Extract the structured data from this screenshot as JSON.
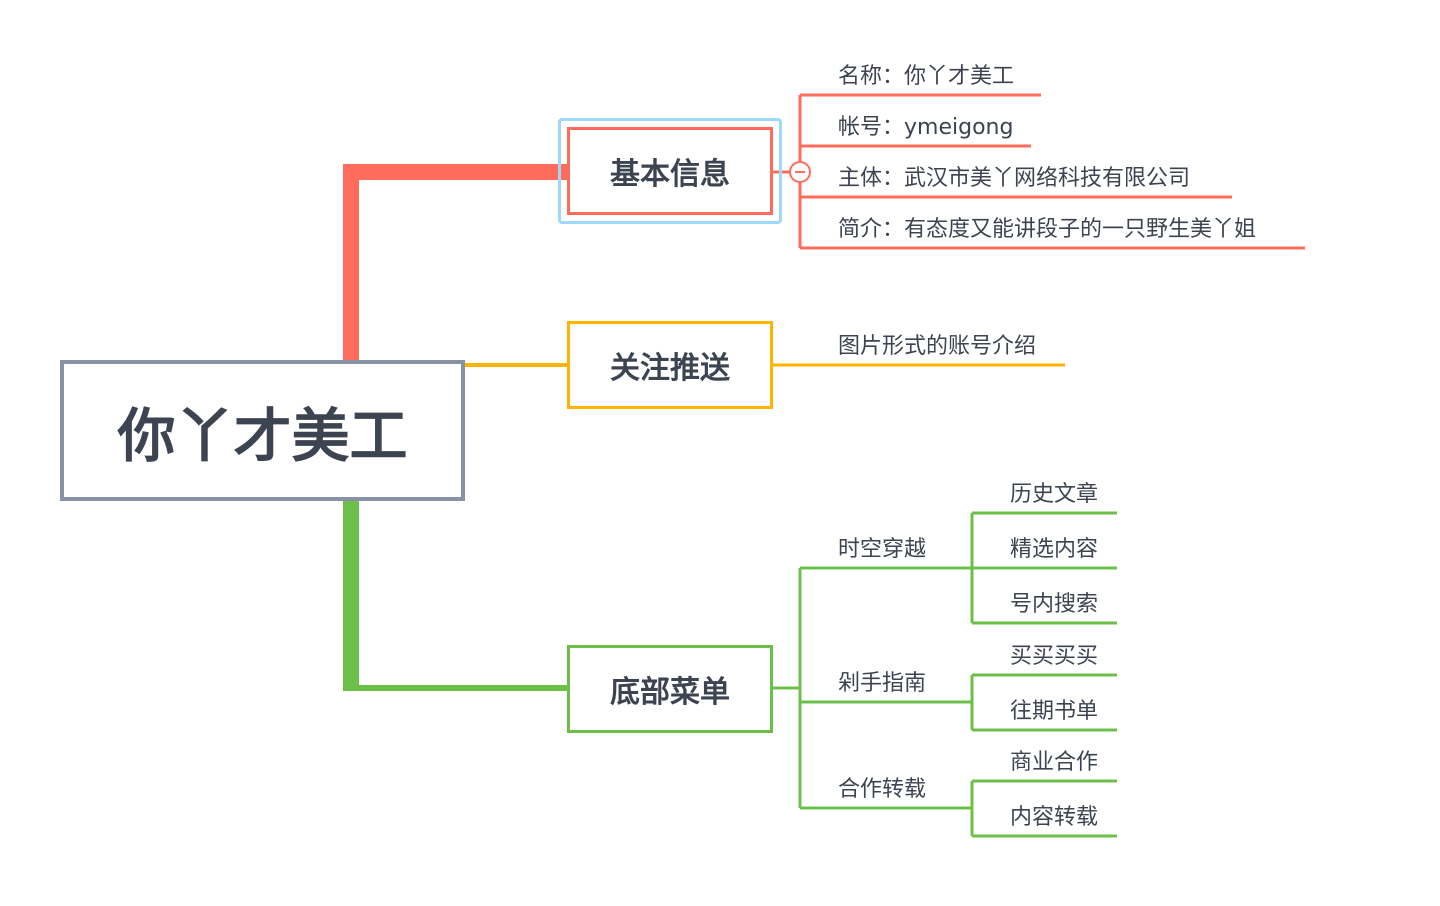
{
  "colors": {
    "red": "#ff6c5c",
    "yellow": "#ffb400",
    "green": "#6cc04a",
    "root": "#8792a4",
    "selection": "#9dd9f8"
  },
  "root": {
    "label": "你丫才美工"
  },
  "topics": [
    {
      "label": "基本信息",
      "children": [
        "名称：你丫才美工",
        "帐号：ymeigong",
        "主体：武汉市美丫网络科技有限公司",
        "简介：有态度又能讲段子的一只野生美丫姐"
      ]
    },
    {
      "label": "关注推送",
      "children": [
        "图片形式的账号介绍"
      ]
    },
    {
      "label": "底部菜单",
      "children": [
        {
          "label": "时空穿越",
          "children": [
            "历史文章",
            "精选内容",
            "号内搜索"
          ]
        },
        {
          "label": "剁手指南",
          "children": [
            "买买买买",
            "往期书单"
          ]
        },
        {
          "label": "合作转载",
          "children": [
            "商业合作",
            "内容转载"
          ]
        }
      ]
    }
  ]
}
